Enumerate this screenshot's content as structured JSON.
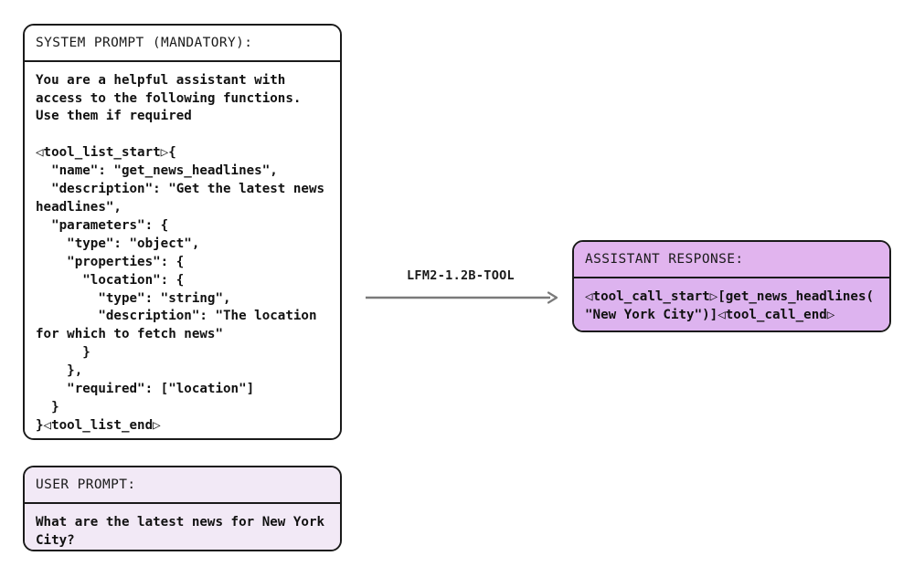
{
  "colors": {
    "background": "#ffffff",
    "border": "#1a1a1a",
    "text": "#111111",
    "user_fill": "#f2e9f6",
    "assistant_header_fill": "#e1b4ee",
    "assistant_body_fill": "#ddb3ef",
    "arrow": "#7a7a7a"
  },
  "system_prompt": {
    "header": "SYSTEM PROMPT (MANDATORY):",
    "body": "You are a helpful assistant with access to the following functions. Use them if required\n\n◁tool_list_start▷{\n  \"name\": \"get_news_headlines\",\n  \"description\": \"Get the latest news headlines\",\n  \"parameters\": {\n    \"type\": \"object\",\n    \"properties\": {\n      \"location\": {\n        \"type\": \"string\",\n        \"description\": \"The location for which to fetch news\"\n      }\n    },\n    \"required\": [\"location\"]\n  }\n}◁tool_list_end▷"
  },
  "user_prompt": {
    "header": "USER PROMPT:",
    "body": "What are the latest news for New York City?"
  },
  "assistant_response": {
    "header": "ASSISTANT RESPONSE:",
    "body": "◁tool_call_start▷[get_news_headlines(\"New York City\")]◁tool_call_end▷"
  },
  "arrow": {
    "label": "LFM2-1.2B-TOOL",
    "icon": "arrow-right-icon"
  }
}
